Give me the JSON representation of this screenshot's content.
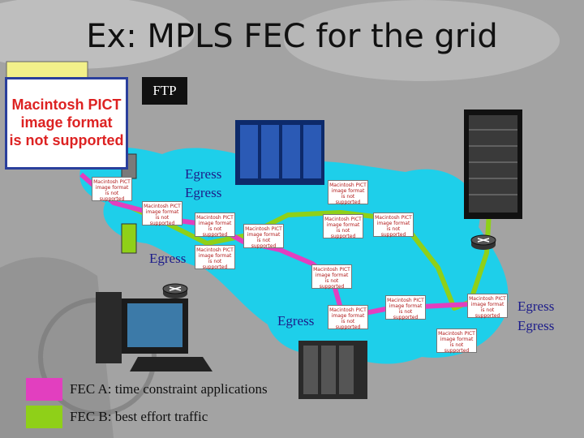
{
  "title": "Ex: MPLS FEC for the grid",
  "ftp_label": "FTP",
  "placeholder_large": [
    "Macintosh PICT",
    "image format",
    "is not supported"
  ],
  "placeholder_small": [
    "Macintosh PICT",
    "image format",
    "is not supported"
  ],
  "egress_labels": [
    "Egress",
    "Egress",
    "Egress",
    "Egress",
    "Egress",
    "Egress"
  ],
  "legend": [
    {
      "label": "FEC A: time constraint applications",
      "color": "#e23fbf"
    },
    {
      "label": "FEC B: best effort traffic",
      "color": "#8fd018"
    }
  ],
  "colors": {
    "cloud": "#17d2ee",
    "fec_a": "#e23fbf",
    "fec_b": "#8fd018",
    "egress_text": "#1d1d8a"
  }
}
